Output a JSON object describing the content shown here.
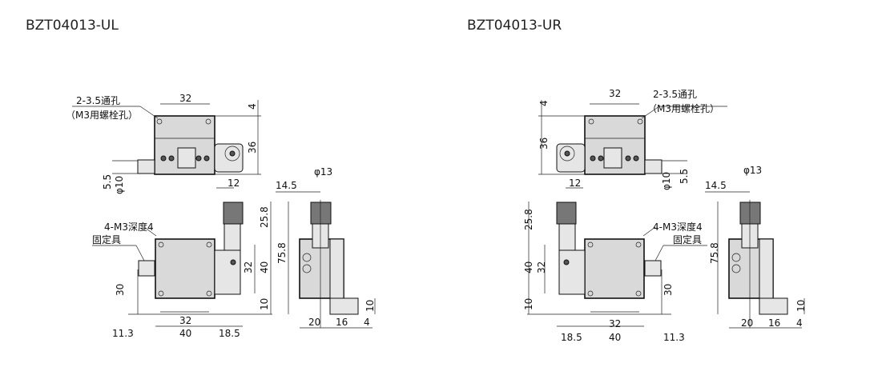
{
  "left": {
    "title": "BZT04013-UL",
    "hole_note1": "2-3.5通孔",
    "hole_note2": "（M3用螺栓孔）",
    "tap_note": "4-M3深度4",
    "fixture": "固定具",
    "dims": {
      "top_32": "32",
      "top_4": "4",
      "top_36": "36",
      "d5_5": "5.5",
      "phi10": "φ10",
      "d12": "12",
      "d25_8": "25.8",
      "d32v": "32",
      "d40v": "40",
      "d10": "10",
      "d30": "30",
      "b32": "32",
      "b40": "40",
      "d11_3": "11.3",
      "d18_5": "18.5",
      "d14_5": "14.5",
      "phi13": "φ13",
      "d75_8": "75.8",
      "s20": "20",
      "s16": "16",
      "s4": "4",
      "s10": "10"
    }
  },
  "right": {
    "title": "BZT04013-UR",
    "hole_note1": "2-3.5通孔",
    "hole_note2": "（M3用螺栓孔）",
    "tap_note": "4-M3深度4",
    "fixture": "固定具",
    "dims": {
      "top_32": "32",
      "top_4": "4",
      "top_36": "36",
      "d5_5": "5.5",
      "phi10": "φ10",
      "d12": "12",
      "d25_8": "25.8",
      "d32v": "32",
      "d40v": "40",
      "d10": "10",
      "d30": "30",
      "b32": "32",
      "b40": "40",
      "d11_3": "11.3",
      "d18_5": "18.5",
      "d14_5": "14.5",
      "phi13": "φ13",
      "d75_8": "75.8",
      "s20": "20",
      "s16": "16",
      "s4": "4",
      "s10": "10"
    }
  }
}
